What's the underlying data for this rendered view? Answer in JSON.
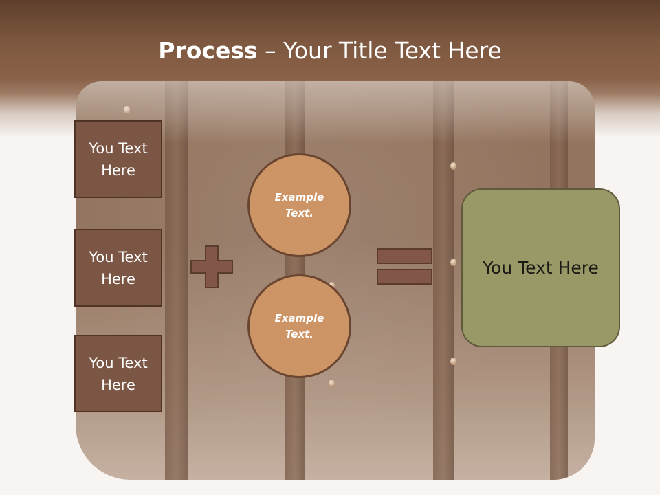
{
  "slide": {
    "title_strong": "Process",
    "title_rest": " – Your Title Text Here"
  },
  "left_boxes": [
    {
      "label": "You Text Here"
    },
    {
      "label": "You Text Here"
    },
    {
      "label": "You Text Here"
    }
  ],
  "circles": [
    {
      "label": "Example Text."
    },
    {
      "label": "Example Text."
    }
  ],
  "result_box": {
    "label": "You Text Here"
  },
  "operators": {
    "plus": "plus-icon",
    "equals": "equals-icon"
  },
  "colors": {
    "header_brown": "#7d573f",
    "box_brown": "#7b5644",
    "circle_orange": "#cd9466",
    "result_olive": "#989967",
    "operator_brown": "#82574a"
  }
}
